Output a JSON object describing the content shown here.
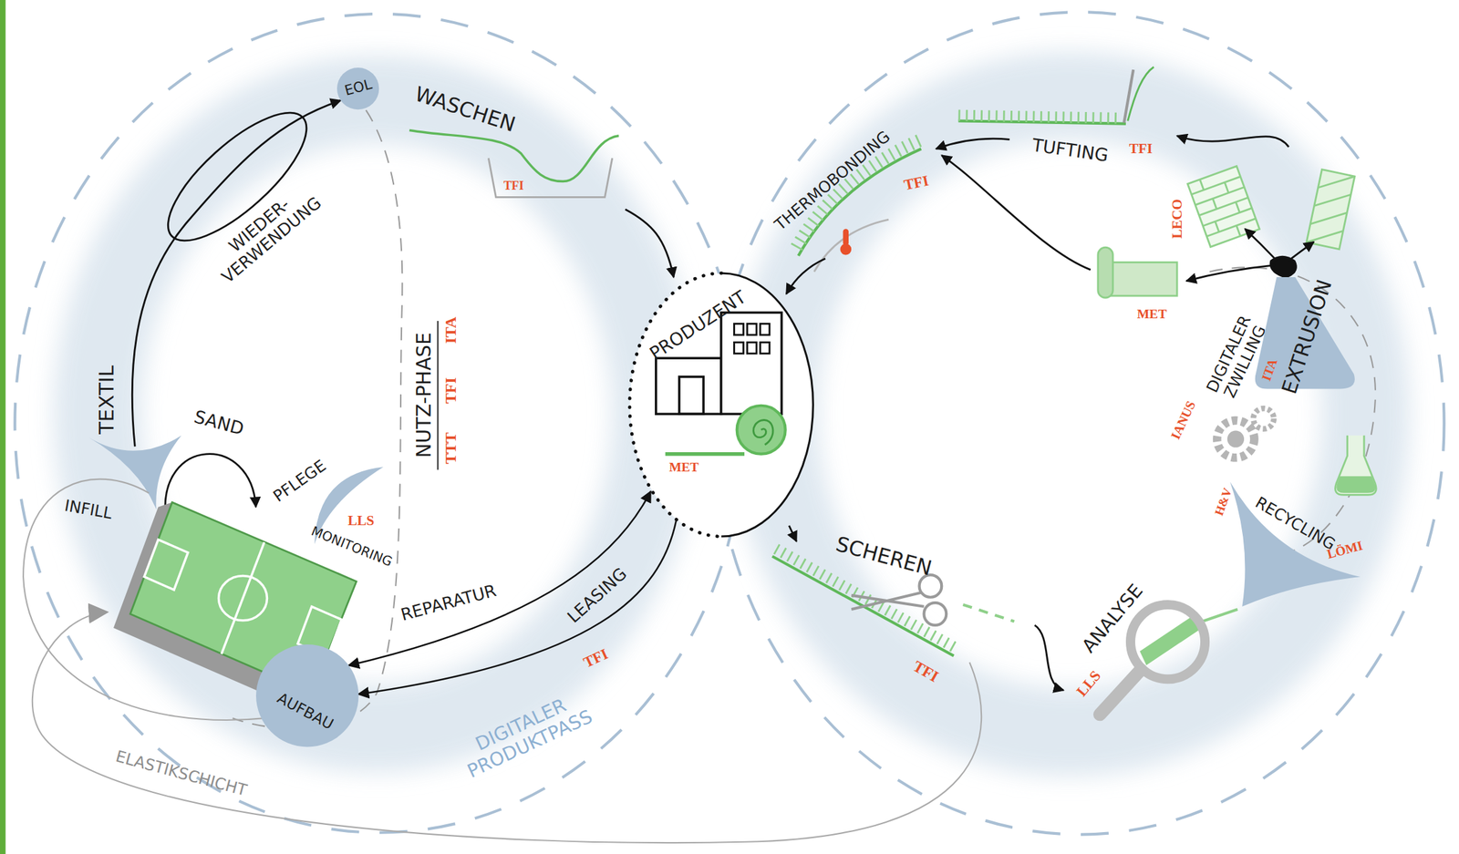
{
  "diagram": {
    "nodes": [
      {
        "text": [
          "EOL"
        ]
      },
      {
        "text": [
          "PRODUZENT",
          "MET"
        ]
      },
      {
        "text": [
          "AUFBAU"
        ]
      }
    ],
    "edges": [
      {
        "from": 1,
        "to": 2,
        "label": "REPARATUR",
        "arrow": "both"
      },
      {
        "from": 1,
        "to": 2,
        "label": "LEASING",
        "arrow": "to"
      }
    ],
    "labels": [
      "WASCHEN",
      "TFI",
      "WIEDER- VERWENDUNG",
      "TEXTIL",
      "SAND",
      "INFILL",
      "PFLEGE",
      "LLS",
      "MONITORING",
      "NUTZ-PHASE",
      "ITA",
      "TFI",
      "TTT",
      "ELASTIKSCHICHT",
      "DIGITALER PRODUKTPASS",
      "TFI",
      "THERMOBONDING",
      "TFI",
      "TUFTING",
      "TFI",
      "LECO",
      "MET",
      "EXTRUSION",
      "DIGITALER ZWILLING",
      "IANUS",
      "ITA",
      "H&V",
      "RECYCLING",
      "LÖMI",
      "SCHEREN",
      "TFI",
      "ANALYSE",
      "LLS"
    ]
  }
}
